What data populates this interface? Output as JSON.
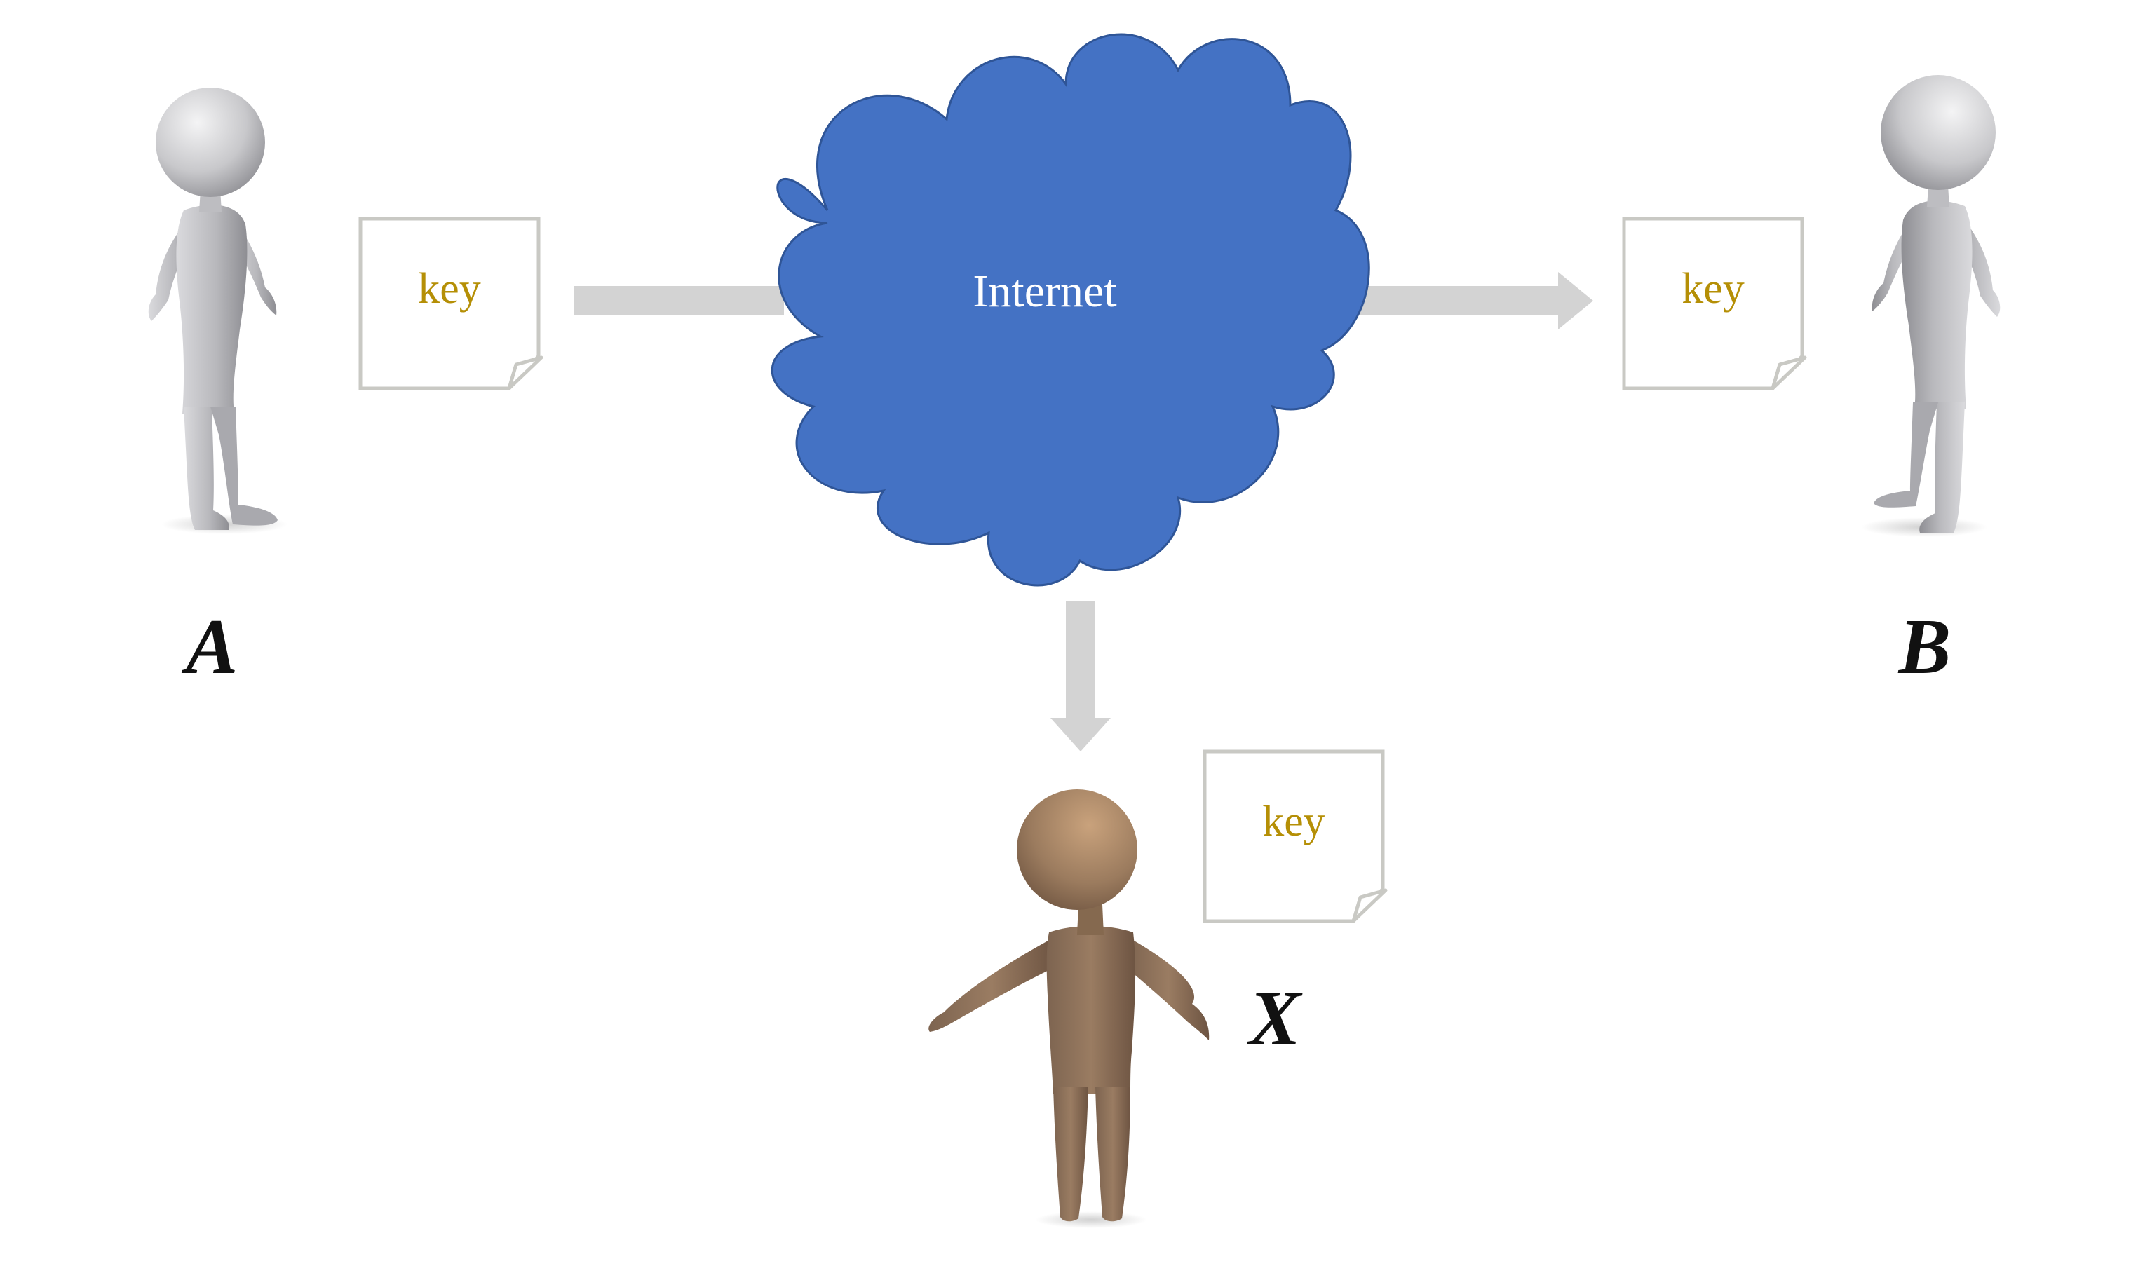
{
  "cloud": {
    "label": "Internet",
    "fill": "#4472c4",
    "stroke": "#2f5597"
  },
  "arrow_color": "#d3d3d3",
  "document_color": "#b58f06",
  "documents": [
    {
      "id": "doc-a",
      "label": "key"
    },
    {
      "id": "doc-b",
      "label": "key"
    },
    {
      "id": "doc-x",
      "label": "key"
    }
  ],
  "people": [
    {
      "id": "a",
      "label": "A",
      "icon": "person-figure-icon",
      "color": "#c9c9cc"
    },
    {
      "id": "b",
      "label": "B",
      "icon": "person-figure-icon",
      "color": "#c9c9cc"
    },
    {
      "id": "x",
      "label": "X",
      "icon": "person-figure-icon",
      "color": "#8a6e55"
    }
  ]
}
